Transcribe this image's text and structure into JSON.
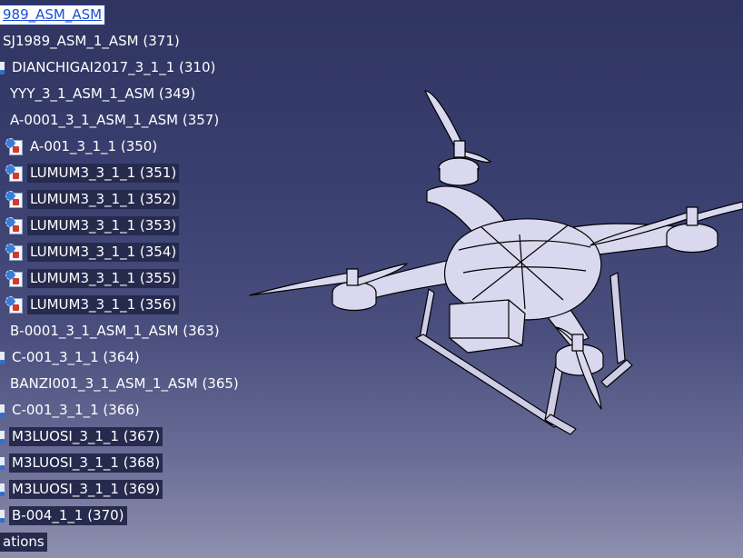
{
  "colors": {
    "bg_top": "#2f3460",
    "bg_bottom": "#8e90ae",
    "label_box": "#262b4e",
    "selection_text": "#1a4fd6",
    "model_fill": "#d9d8ee",
    "model_edge": "#000000"
  },
  "tree": {
    "nodes": [
      {
        "label": "989_ASM_ASM",
        "icon": "none",
        "selected": true,
        "boxed": false
      },
      {
        "label": "SJ1989_ASM_1_ASM (371)",
        "icon": "none",
        "selected": false,
        "boxed": false
      },
      {
        "label": "DIANCHIGAI2017_3_1_1 (310)",
        "icon": "part-icon",
        "selected": false,
        "boxed": false
      },
      {
        "label": "YYY_3_1_ASM_1_ASM (349)",
        "icon": "none",
        "selected": false,
        "boxed": false
      },
      {
        "label": "A-0001_3_1_ASM_1_ASM (357)",
        "icon": "none",
        "selected": false,
        "boxed": false
      },
      {
        "label": "A-001_3_1_1 (350)",
        "icon": "component-icon",
        "selected": false,
        "boxed": false
      },
      {
        "label": "LUMUM3_3_1_1 (351)",
        "icon": "component-icon",
        "selected": false,
        "boxed": true
      },
      {
        "label": "LUMUM3_3_1_1 (352)",
        "icon": "component-icon",
        "selected": false,
        "boxed": true
      },
      {
        "label": "LUMUM3_3_1_1 (353)",
        "icon": "component-icon",
        "selected": false,
        "boxed": true
      },
      {
        "label": "LUMUM3_3_1_1 (354)",
        "icon": "component-icon",
        "selected": false,
        "boxed": true
      },
      {
        "label": "LUMUM3_3_1_1 (355)",
        "icon": "component-icon",
        "selected": false,
        "boxed": true
      },
      {
        "label": "LUMUM3_3_1_1 (356)",
        "icon": "component-icon",
        "selected": false,
        "boxed": true
      },
      {
        "label": "B-0001_3_1_ASM_1_ASM (363)",
        "icon": "none",
        "selected": false,
        "boxed": false
      },
      {
        "label": "C-001_3_1_1 (364)",
        "icon": "part-icon",
        "selected": false,
        "boxed": false
      },
      {
        "label": "BANZI001_3_1_ASM_1_ASM (365)",
        "icon": "none",
        "selected": false,
        "boxed": false
      },
      {
        "label": "C-001_3_1_1 (366)",
        "icon": "part-icon",
        "selected": false,
        "boxed": false
      },
      {
        "label": "M3LUOSI_3_1_1 (367)",
        "icon": "part-icon",
        "selected": false,
        "boxed": true
      },
      {
        "label": "M3LUOSI_3_1_1 (368)",
        "icon": "part-icon",
        "selected": false,
        "boxed": true
      },
      {
        "label": "M3LUOSI_3_1_1 (369)",
        "icon": "part-icon",
        "selected": false,
        "boxed": true
      },
      {
        "label": "B-004_1_1 (370)",
        "icon": "part-icon",
        "selected": false,
        "boxed": true
      },
      {
        "label": "ations",
        "icon": "none",
        "selected": false,
        "boxed": true
      }
    ]
  }
}
